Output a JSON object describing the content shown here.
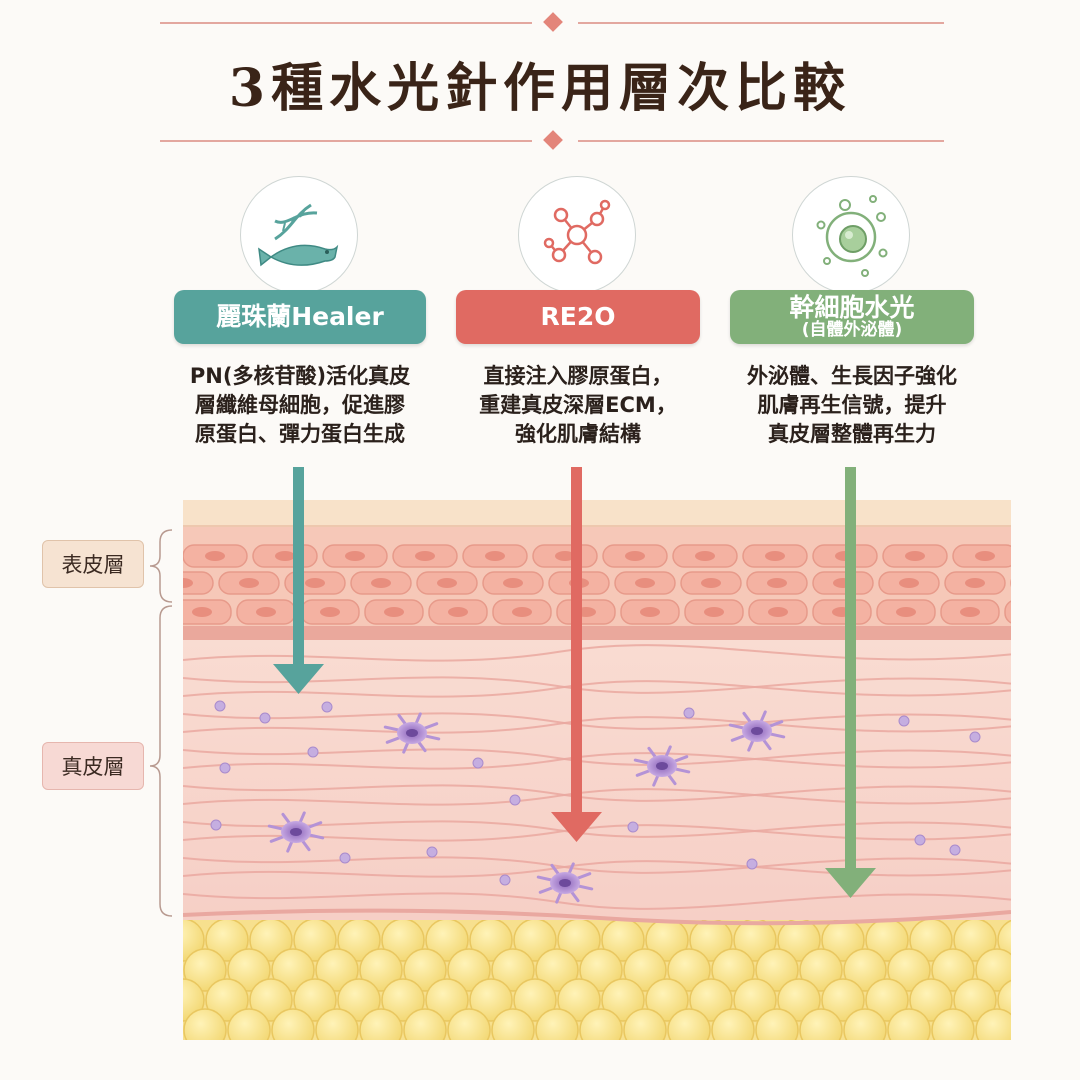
{
  "title": "3種水光針作用層次比較",
  "colors": {
    "teal": "#57a39c",
    "red": "#e06a62",
    "green": "#82b07a",
    "epidermis_label_bg": "#f6e3d2",
    "dermis_label_bg": "#f7d9d4"
  },
  "treatments": [
    {
      "name": "麗珠蘭Healer",
      "icon": "dna-fish-icon",
      "description": [
        "PN(多核苷酸)活化真皮",
        "層纖維母細胞，促進膠",
        "原蛋白、彈力蛋白生成"
      ],
      "color": "#57a39c",
      "target_layer": "真皮層（淺層）"
    },
    {
      "name": "RE2O",
      "icon": "molecule-icon",
      "description": [
        "直接注入膠原蛋白，",
        "重建真皮深層ECM，",
        "強化肌膚結構"
      ],
      "color": "#e06a62",
      "target_layer": "真皮層（深層）"
    },
    {
      "name": "幹細胞水光",
      "subname": "(自體外泌體)",
      "icon": "exosome-cell-icon",
      "description": [
        "外泌體、生長因子強化",
        "肌膚再生信號，提升",
        "真皮層整體再生力"
      ],
      "color": "#82b07a",
      "target_layer": "真皮層（深層）"
    }
  ],
  "layers": {
    "epidermis": "表皮層",
    "dermis": "真皮層"
  }
}
